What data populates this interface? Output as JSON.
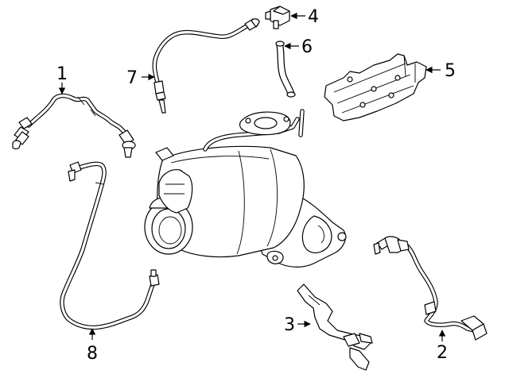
{
  "diagram": {
    "callouts": [
      {
        "id": "1",
        "label": "1"
      },
      {
        "id": "2",
        "label": "2"
      },
      {
        "id": "3",
        "label": "3"
      },
      {
        "id": "4",
        "label": "4"
      },
      {
        "id": "5",
        "label": "5"
      },
      {
        "id": "6",
        "label": "6"
      },
      {
        "id": "7",
        "label": "7"
      },
      {
        "id": "8",
        "label": "8"
      }
    ],
    "parts": [
      {
        "callout": "1",
        "icon": "oxygen-sensor-icon"
      },
      {
        "callout": "2",
        "icon": "oxygen-sensor-icon"
      },
      {
        "callout": "3",
        "icon": "bracket-icon"
      },
      {
        "callout": "4",
        "icon": "pressure-sensor-icon"
      },
      {
        "callout": "5",
        "icon": "heat-shield-icon"
      },
      {
        "callout": "6",
        "icon": "hose-icon"
      },
      {
        "callout": "7",
        "icon": "temperature-sensor-icon"
      },
      {
        "callout": "8",
        "icon": "temperature-sensor-icon"
      }
    ],
    "colors": {
      "line": "#000000",
      "background": "#ffffff"
    }
  }
}
